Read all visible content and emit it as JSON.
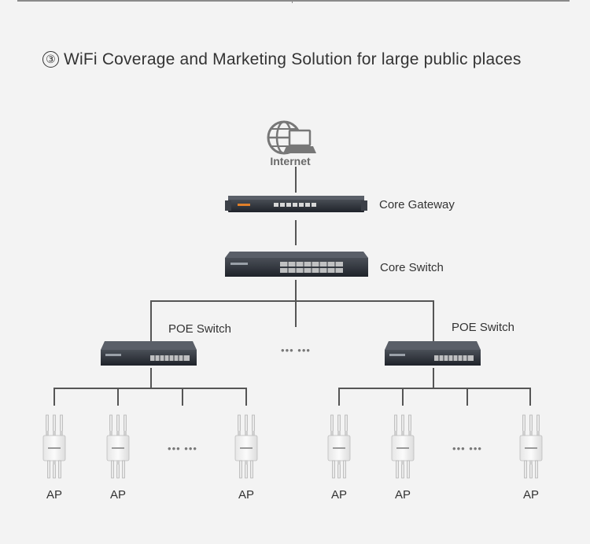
{
  "title": {
    "number": "③",
    "text": "WiFi Coverage and Marketing Solution for large public places"
  },
  "internet": {
    "label": "Internet",
    "icon": "globe-laptop-icon"
  },
  "core_gateway": {
    "label": "Core Gateway",
    "icon": "router-icon"
  },
  "core_switch": {
    "label": "Core Switch",
    "icon": "switch-icon"
  },
  "poe_switches": [
    {
      "label": "POE Switch",
      "icon": "poe-switch-icon"
    },
    {
      "label": "POE Switch",
      "icon": "poe-switch-icon"
    }
  ],
  "ellipsis": "••• •••",
  "ap_groups": [
    {
      "aps": [
        "AP",
        "AP",
        "AP"
      ]
    },
    {
      "aps": [
        "AP",
        "AP",
        "AP"
      ]
    }
  ],
  "colors": {
    "line": "#555555",
    "device_dark": "#2b2f36",
    "ap_body": "#f7f7f7"
  }
}
